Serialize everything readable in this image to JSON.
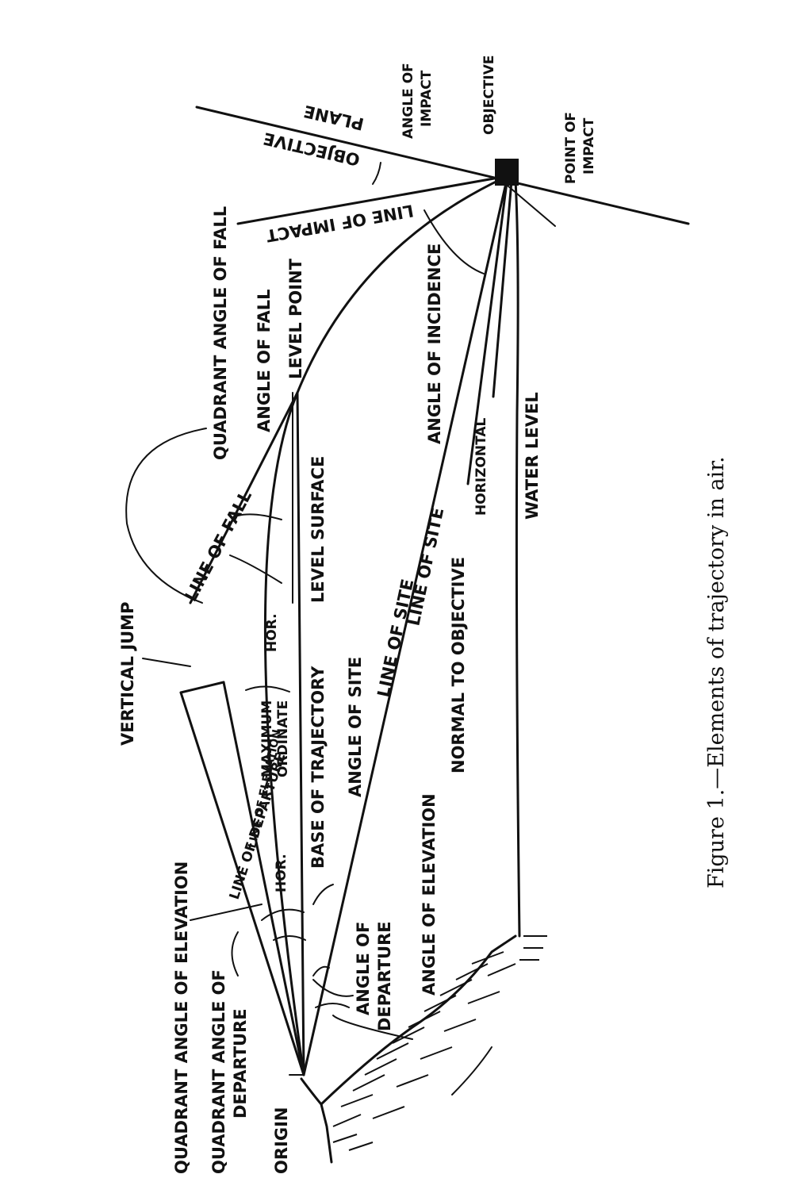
{
  "figure": {
    "caption": "Figure 1.—Elements of trajectory in air.",
    "labels": {
      "quadrant_angle_of_elevation": "QUADRANT ANGLE OF ELEVATION",
      "quadrant_angle_of_departure_1": "QUADRANT ANGLE OF",
      "quadrant_angle_of_departure_2": "DEPARTURE",
      "origin": "ORIGIN",
      "vertical_jump": "VERTICAL JUMP",
      "line_of_departure": "LINE OF DEPARTURE",
      "line_of_elevation": "LINE OF ELEVATION",
      "hor_1": "HOR.",
      "hor_2": "HOR.",
      "maximum_ordinate_1": "MAXIMUM",
      "maximum_ordinate_2": "ORDINATE",
      "base_of_trajectory": "BASE OF TRAJECTORY",
      "angle_of_site": "ANGLE OF SITE",
      "line_of_site_1": "LINE OF SITE",
      "line_of_site_2": "LINE OF SITE",
      "angle_of_departure_1": "ANGLE OF",
      "angle_of_departure_2": "DEPARTURE",
      "angle_of_elevation": "ANGLE OF ELEVATION",
      "normal_to_objective": "NORMAL TO OBJECTIVE",
      "line_of_fall": "LINE OF FALL",
      "level_surface": "LEVEL SURFACE",
      "quadrant_angle_of_fall": "QUADRANT ANGLE OF FALL",
      "angle_of_fall": "ANGLE OF FALL",
      "level_point": "LEVEL POINT",
      "angle_of_incidence": "ANGLE OF INCIDENCE",
      "horizontal": "HORIZONTAL",
      "water_level": "WATER LEVEL",
      "line_of_impact": "LINE OF IMPACT",
      "objective_plane_1": "OBJECTIVE",
      "objective_plane_2": "PLANE",
      "angle_of_impact_1": "ANGLE OF",
      "angle_of_impact_2": "IMPACT",
      "objective": "OBJECTIVE",
      "point_of_impact_1": "POINT OF",
      "point_of_impact_2": "IMPACT"
    }
  }
}
